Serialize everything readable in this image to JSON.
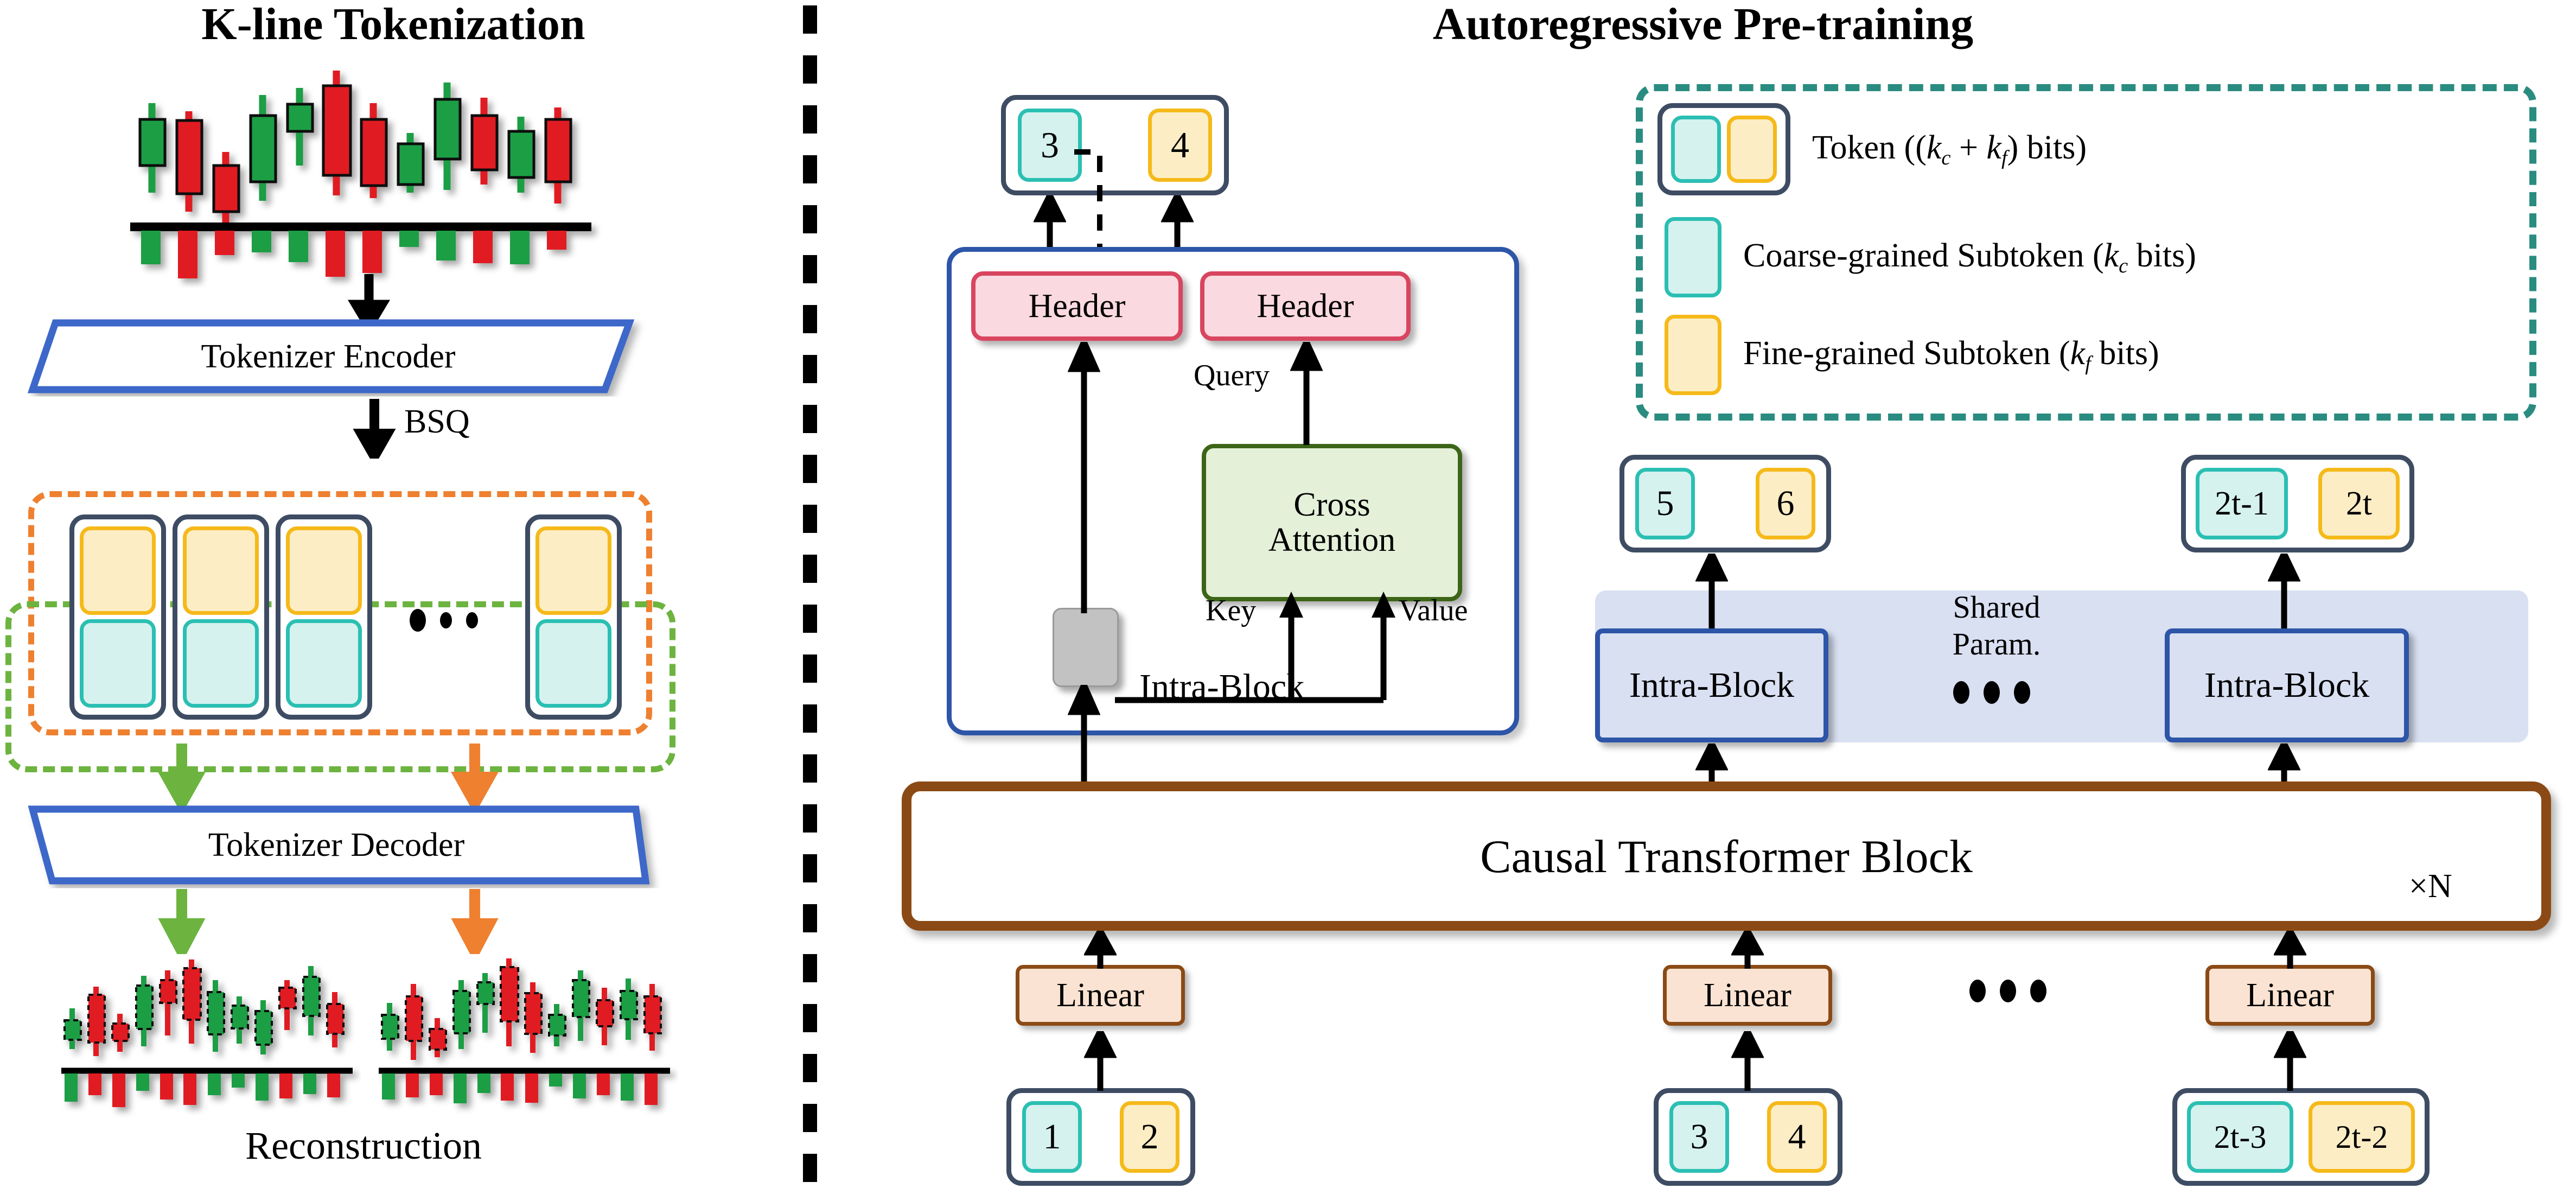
{
  "panels": {
    "left_title": "K-line Tokenization",
    "right_title": "Autoregressive Pre-training"
  },
  "left": {
    "encoder_label": "Tokenizer Encoder",
    "bsq_label": "BSQ",
    "decoder_label": "Tokenizer Decoder",
    "reconstruction_label": "Reconstruction",
    "ellipsis": "• • •",
    "token_columns": 4
  },
  "right": {
    "output_token": {
      "coarse": "3",
      "fine": "4"
    },
    "detail_block": {
      "header_left": "Header",
      "header_right": "Header",
      "cross_attention": "Cross\nAttention",
      "cross_attention_line1": "Cross",
      "cross_attention_line2": "Attention",
      "query_label": "Query",
      "key_label": "Key",
      "value_label": "Value",
      "block_label": "Intra-Block"
    },
    "shared": {
      "label_line1": "Shared",
      "label_line2": "Param.",
      "intra_block_label": "Intra-Block"
    },
    "output_tokens": [
      {
        "coarse": "5",
        "fine": "6"
      },
      {
        "coarse": "2t-1",
        "fine": "2t"
      }
    ],
    "transformer": {
      "label": "Causal Transformer Block",
      "repeat": "×N"
    },
    "linear_label": "Linear",
    "input_tokens": [
      {
        "coarse": "1",
        "fine": "2"
      },
      {
        "coarse": "3",
        "fine": "4"
      },
      {
        "coarse": "2t-3",
        "fine": "2t-2"
      }
    ],
    "legend": [
      {
        "kind": "token",
        "label": "Token ((k_c + k_f) bits)"
      },
      {
        "kind": "coarse",
        "label": "Coarse-grained Subtoken (k_c bits)"
      },
      {
        "kind": "fine",
        "label": "Fine-grained Subtoken (k_f bits)"
      }
    ]
  },
  "colors": {
    "slate": "#3E4C63",
    "teal_border": "#2BBFB3",
    "teal_fill": "#D5F2EF",
    "gold_border": "#F5B919",
    "gold_fill": "#FCEDC5",
    "orange_dash": "#EE8030",
    "green_dash": "#6CB43F",
    "teal_dash": "#2A8C80",
    "blue": "#2D55A8",
    "brown": "#8B4A15",
    "pink_fill": "#FAD9E0",
    "pink_border": "#D9455F",
    "green_fill": "#E4F0D8",
    "green_border": "#3C6518",
    "panel_blue": "#D9E0F2",
    "linear_fill": "#FAE3D2",
    "candle_up": "#1E9E45",
    "candle_down": "#E01B22"
  }
}
